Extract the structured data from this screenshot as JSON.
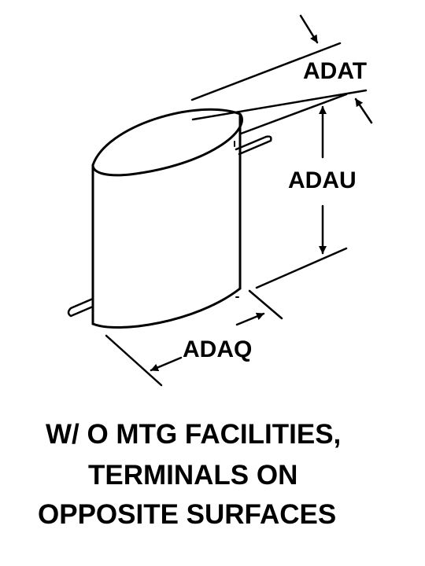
{
  "dimensions": {
    "thickness": "ADAT",
    "height": "ADAU",
    "width": "ADAQ"
  },
  "caption": {
    "line1": "W/ O MTG FACILITIES,",
    "line2": "TERMINALS ON",
    "line3": "OPPOSITE SURFACES"
  },
  "colors": {
    "ink": "#000000",
    "background": "#ffffff"
  }
}
